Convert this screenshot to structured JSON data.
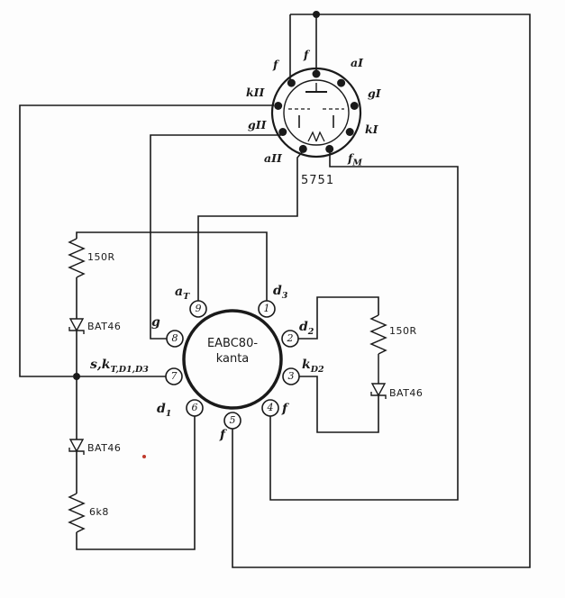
{
  "tube": {
    "caption": "5751",
    "pin_labels": [
      {
        "base": "f",
        "sub": ""
      },
      {
        "base": "f",
        "sub": ""
      },
      {
        "base": "aI",
        "sub": ""
      },
      {
        "base": "gI",
        "sub": ""
      },
      {
        "base": "kI",
        "sub": ""
      },
      {
        "base": "f",
        "sub": "M"
      },
      {
        "base": "aII",
        "sub": ""
      },
      {
        "base": "gII",
        "sub": ""
      },
      {
        "base": "kII",
        "sub": ""
      }
    ]
  },
  "socket": {
    "title_line1": "EABC80-",
    "title_line2": "kanta",
    "pins": [
      {
        "number": "9",
        "base": "a",
        "sub": "T"
      },
      {
        "number": "1",
        "base": "d",
        "sub": "3"
      },
      {
        "number": "2",
        "base": "d",
        "sub": "2"
      },
      {
        "number": "3",
        "base": "k",
        "sub": "D2"
      },
      {
        "number": "4",
        "base": "f",
        "sub": ""
      },
      {
        "number": "5",
        "base": "f",
        "sub": ""
      },
      {
        "number": "6",
        "base": "d",
        "sub": "1"
      },
      {
        "number": "7",
        "base": "s,k",
        "sub": "T,D1,D3"
      },
      {
        "number": "8",
        "base": "g",
        "sub": ""
      }
    ]
  },
  "components": {
    "left_resistor_top": "150R",
    "left_diode_top": "BAT46",
    "left_diode_bottom": "BAT46",
    "left_resistor_bottom": "6k8",
    "right_resistor": "150R",
    "right_diode": "BAT46"
  },
  "colors": {
    "line": "#1a1a1a",
    "red_mark": "#c0392b",
    "background": "#fdfdfd"
  }
}
